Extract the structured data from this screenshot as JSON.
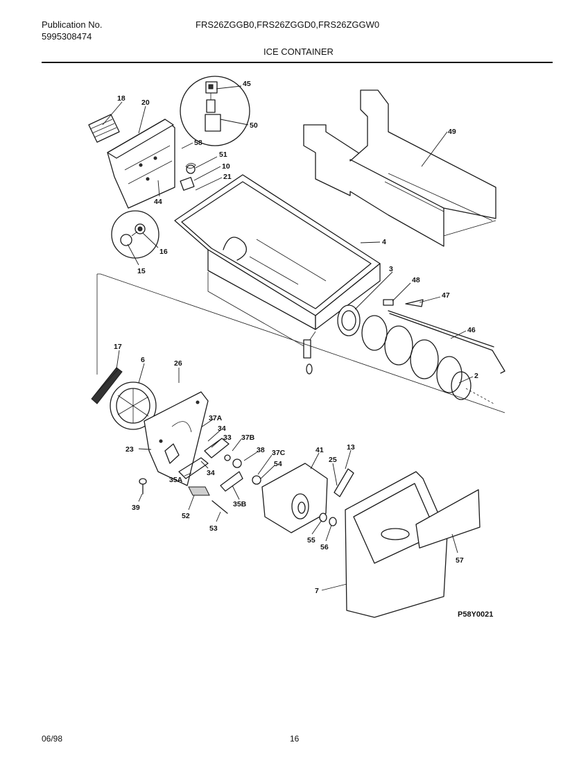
{
  "header": {
    "publication_label": "Publication No.",
    "publication_number": "5995308474",
    "models": "FRS26ZGGB0,FRS26ZGGD0,FRS26ZGGW0",
    "section_title": "ICE CONTAINER"
  },
  "part_labels": [
    "18",
    "20",
    "45",
    "50",
    "49",
    "58",
    "51",
    "10",
    "21",
    "44",
    "16",
    "15",
    "4",
    "3",
    "48",
    "47",
    "46",
    "2",
    "17",
    "6",
    "26",
    "37A",
    "34",
    "33",
    "37B",
    "23",
    "38",
    "37C",
    "41",
    "13",
    "25",
    "54",
    "35A",
    "35B",
    "39",
    "52",
    "53",
    "55",
    "56",
    "57",
    "7"
  ],
  "figure_code": "P58Y0021",
  "footer": {
    "date": "06/98",
    "page": "16"
  }
}
